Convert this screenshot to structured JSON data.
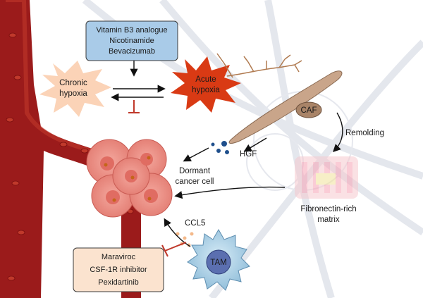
{
  "drug_box_top": {
    "line1": "Vitamin B3 analogue",
    "line2": "Nicotinamide",
    "line3": "Bevacizumab"
  },
  "chronic": {
    "line1": "Chronic",
    "line2": "hypoxia"
  },
  "acute": {
    "line1": "Acute",
    "line2": "hypoxia"
  },
  "caf": "CAF",
  "remodeling": "Remolding",
  "hgf": "HGF",
  "dormant": {
    "line1": "Dormant",
    "line2": "cancer cell"
  },
  "fibronectin": {
    "line1": "Fibronectin-rich",
    "line2": "matrix"
  },
  "ccl5": "CCL5",
  "tam": "TAM",
  "drug_box_bottom": {
    "line1": "Maraviroc",
    "line2": "CSF-1R inhibitor",
    "line3": "Pexidartinib"
  },
  "colors": {
    "vessel": "#9b1b1b",
    "vessel_light": "#c0392b",
    "drug_box_top": "#a9cbe8",
    "drug_box_bottom": "#fbe3cf",
    "chronic_star": "#fbd3b7",
    "acute_star": "#d93a14",
    "caf": "#c9a58a",
    "tumor": "#ec8f86",
    "tam": "#a8cde3",
    "inhibit": "#c0392b",
    "hgf_dot": "#1f4f8c"
  }
}
